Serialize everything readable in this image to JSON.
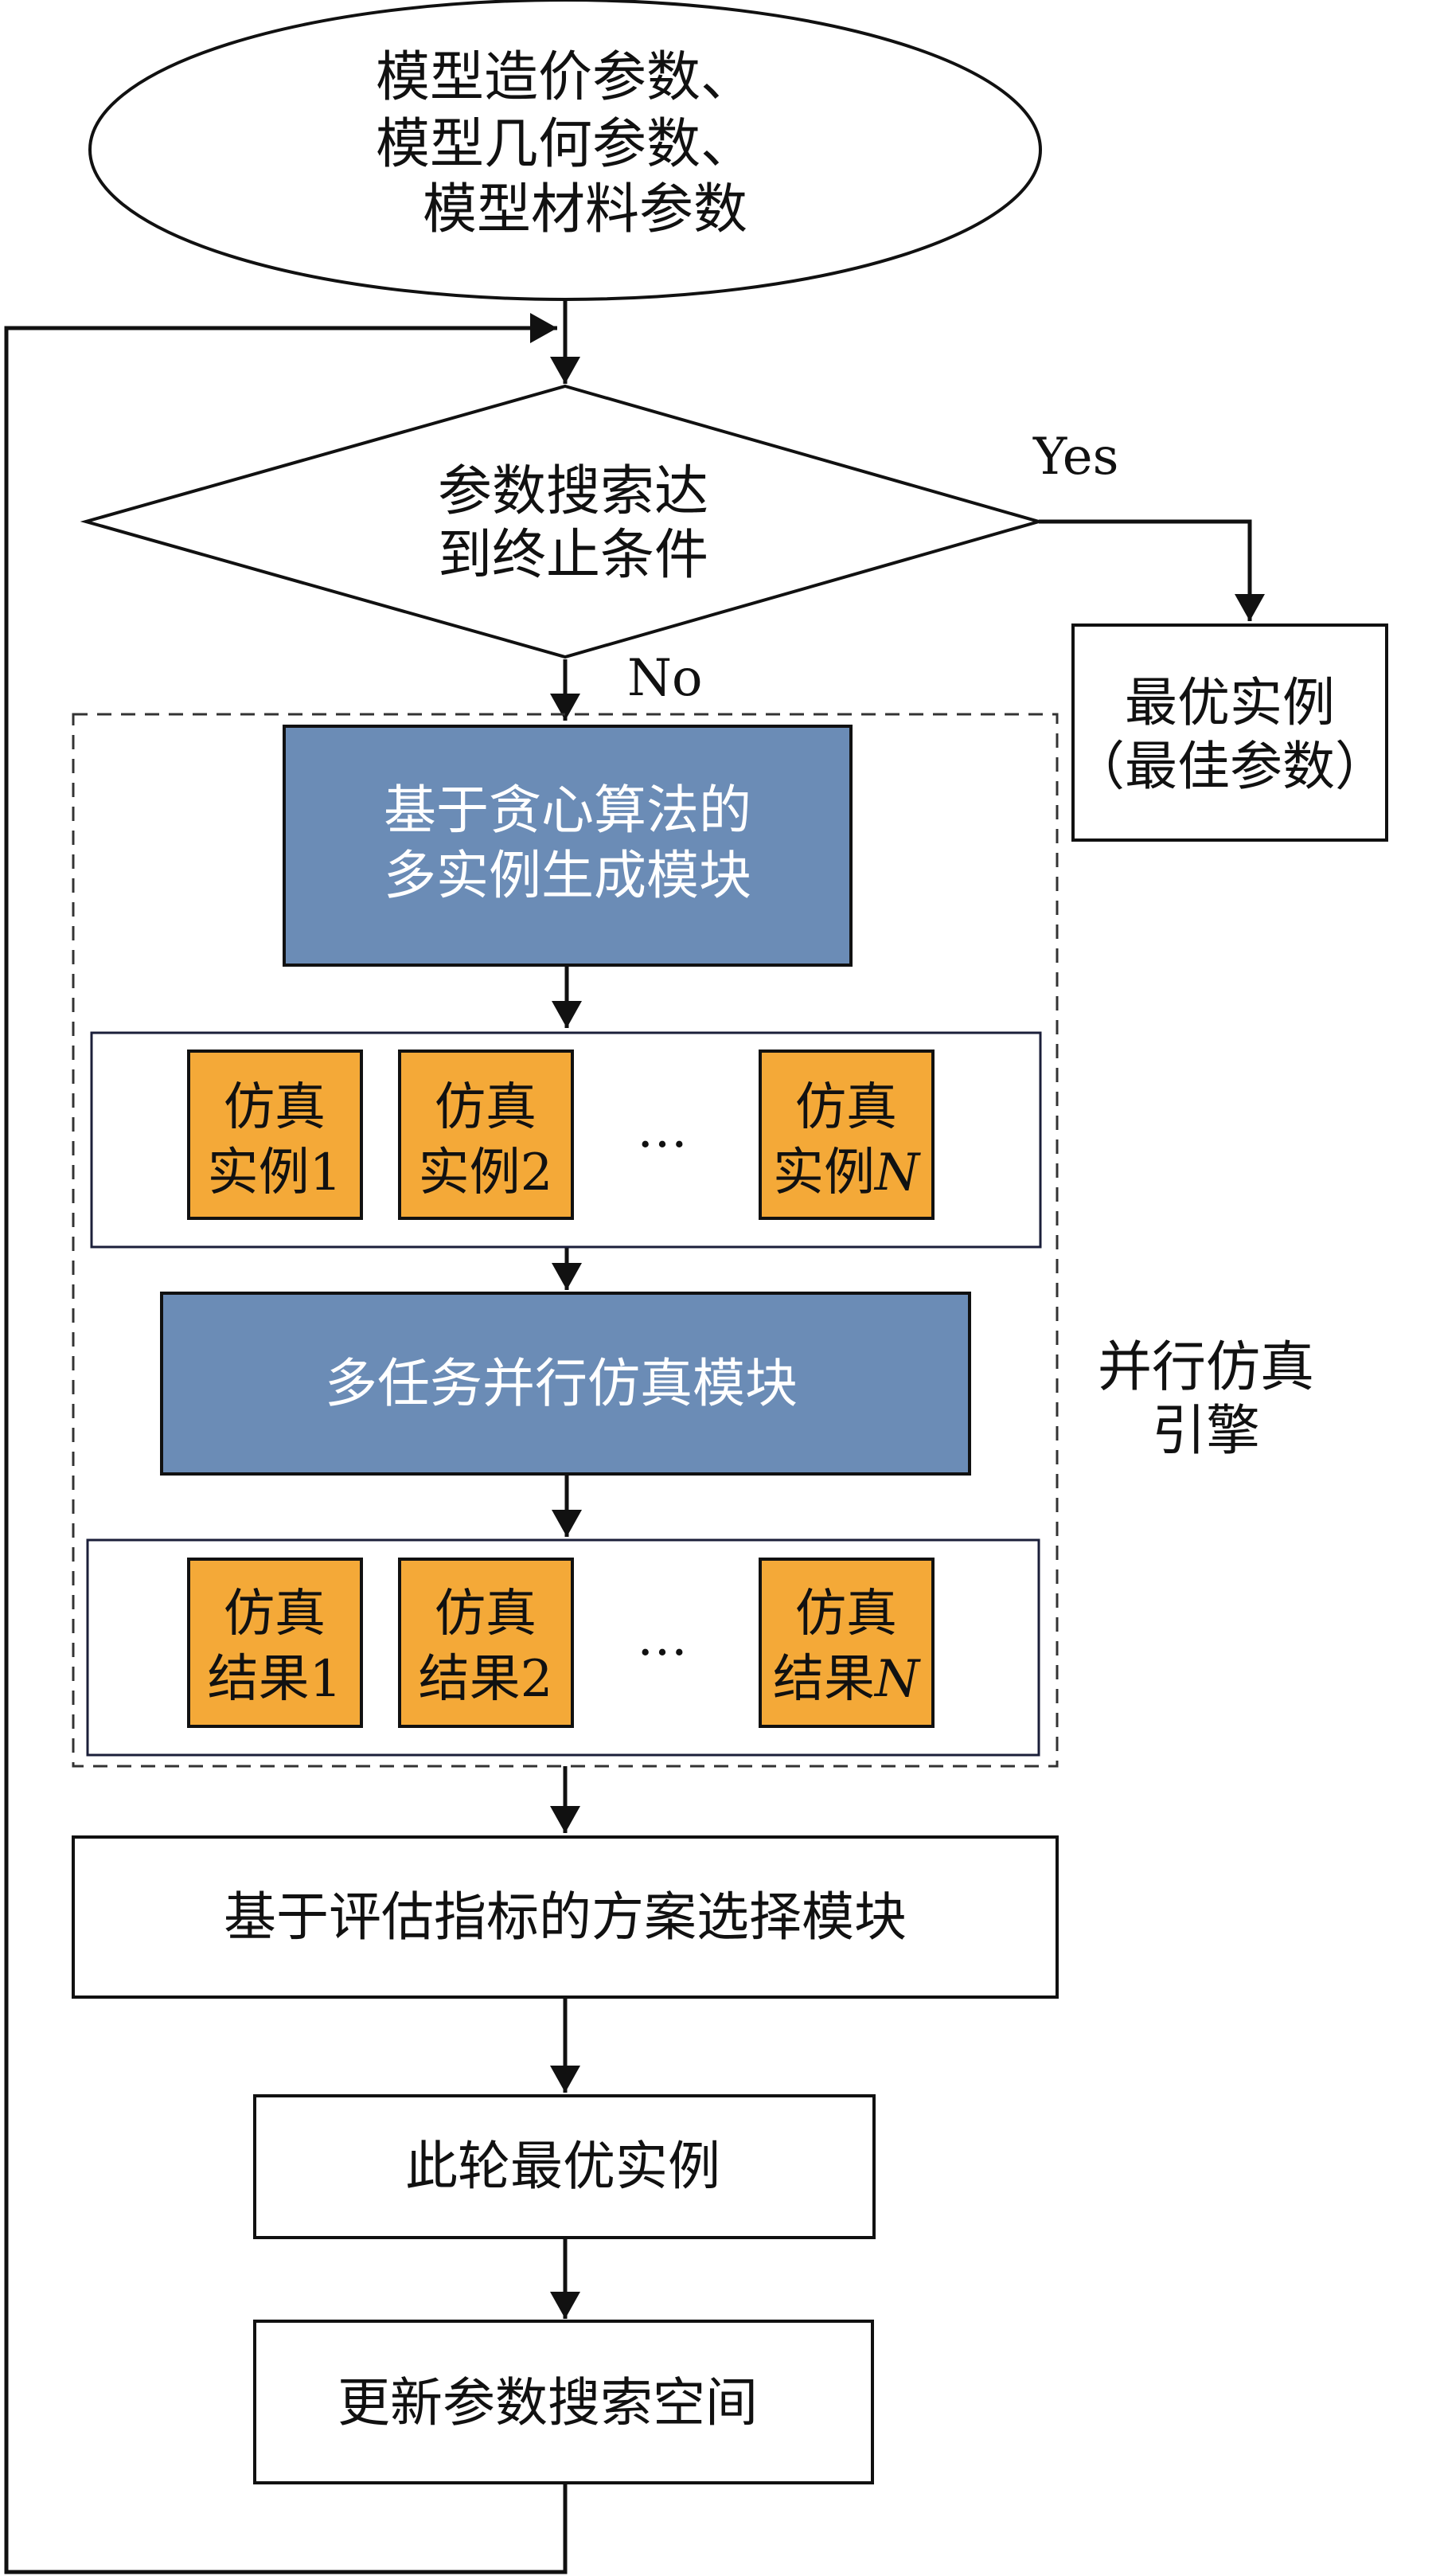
{
  "start": {
    "line1": "模型造价参数、",
    "line2": "模型几何参数、",
    "line3": "模型材料参数"
  },
  "decision": {
    "line1": "参数搜索达",
    "line2": "到终止条件",
    "yes": "Yes",
    "no": "No"
  },
  "best": {
    "line1": "最优实例",
    "line2": "（最佳参数）"
  },
  "greedy": {
    "line1": "基于贪心算法的",
    "line2": "多实例生成模块"
  },
  "instances": {
    "items": [
      {
        "top": "仿真",
        "bottom": "实例1"
      },
      {
        "top": "仿真",
        "bottom": "实例2"
      },
      {
        "top": "仿真",
        "bottom": "实例",
        "suffix": "N"
      }
    ],
    "ellipsis": "…"
  },
  "parallel_module": "多任务并行仿真模块",
  "results": {
    "items": [
      {
        "top": "仿真",
        "bottom": "结果1"
      },
      {
        "top": "仿真",
        "bottom": "结果2"
      },
      {
        "top": "仿真",
        "bottom": "结果",
        "suffix": "N"
      }
    ],
    "ellipsis": "…"
  },
  "engine_label": {
    "line1": "并行仿真",
    "line2": "引擎"
  },
  "selection": "基于评估指标的方案选择模块",
  "round_best": "此轮最优实例",
  "update": "更新参数搜索空间",
  "colors": {
    "blue": "#6b8cb6",
    "orange": "#f4a938",
    "border": "#1b1f3a",
    "line": "#111111"
  }
}
